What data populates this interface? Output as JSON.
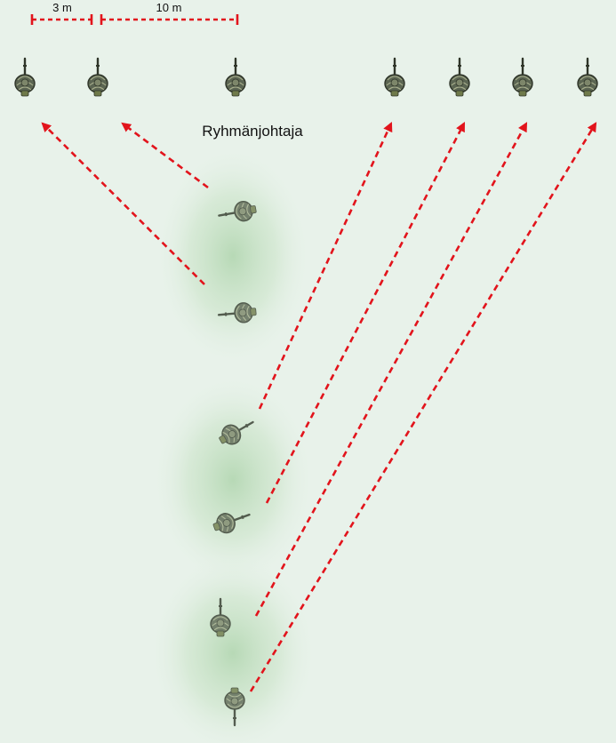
{
  "labels": {
    "scale_small": "3 m",
    "scale_large": "10 m",
    "leader": "Ryhmänjohtaja"
  },
  "colors": {
    "background": "#e8f2ea",
    "arrow": "#e2141c",
    "soldier": "#4e5a45",
    "halo": "#8fc48b"
  },
  "icons": {
    "soldier": "soldier-topdown-icon",
    "arrowhead": "arrowhead-icon"
  }
}
